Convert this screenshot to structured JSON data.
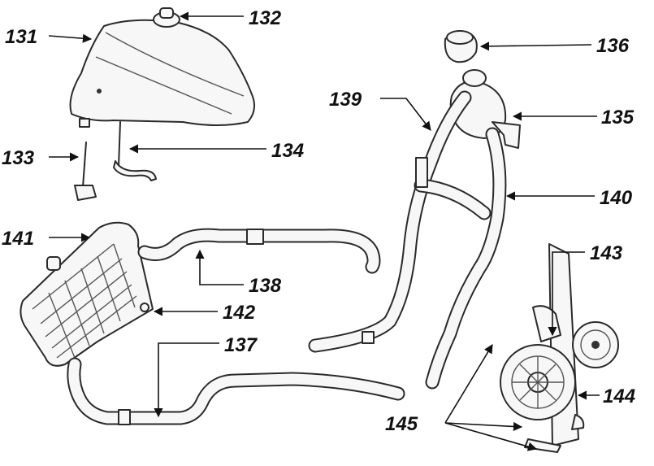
{
  "callouts": {
    "c131": "131",
    "c132": "132",
    "c133": "133",
    "c134": "134",
    "c135": "135",
    "c136": "136",
    "c137": "137",
    "c138": "138",
    "c139": "139",
    "c140": "140",
    "c141": "141",
    "c142": "142",
    "c143": "143",
    "c144": "144",
    "c145": "145"
  },
  "colors": {
    "line": "#2a2a2a",
    "fill": "#f7f7f7",
    "label": "#111111"
  }
}
